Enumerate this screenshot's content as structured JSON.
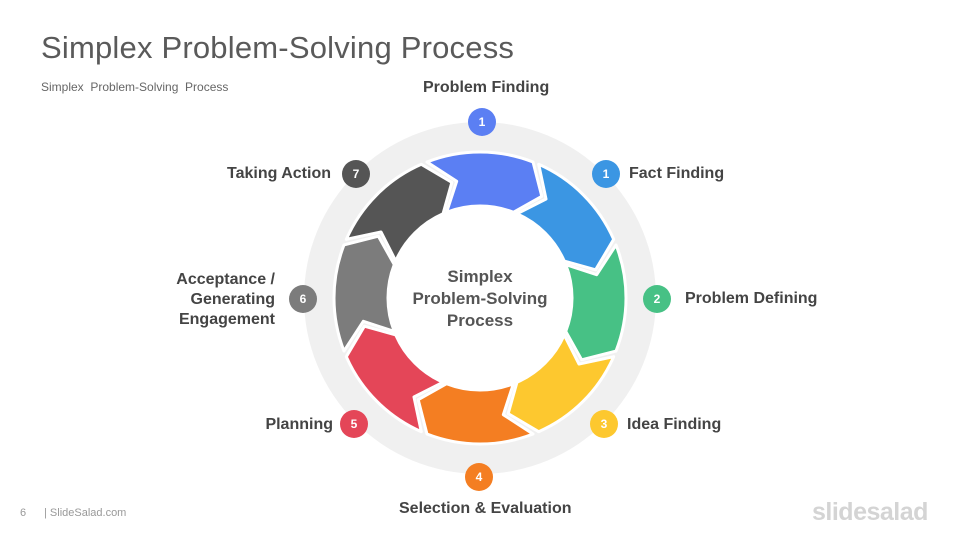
{
  "title": "Simplex Problem-Solving Process",
  "subtitle": "Simplex  Problem-Solving  Process",
  "center_text": "Simplex\nProblem-Solving\nProcess",
  "steps": [
    {
      "number": "1",
      "label": "Problem Finding",
      "color": "#5b7ff3"
    },
    {
      "number": "1",
      "label": "Fact Finding",
      "color": "#3b96e3"
    },
    {
      "number": "2",
      "label": "Problem Defining",
      "color": "#47c185"
    },
    {
      "number": "3",
      "label": "Idea Finding",
      "color": "#fdc82f"
    },
    {
      "number": "4",
      "label": "Selection & Evaluation",
      "color": "#f47e22"
    },
    {
      "number": "5",
      "label": "Planning",
      "color": "#e44658"
    },
    {
      "number": "6",
      "label": "Acceptance /\nGenerating\nEngagement",
      "color": "#7c7c7c"
    },
    {
      "number": "7",
      "label": "Taking Action",
      "color": "#555555"
    }
  ],
  "footer": {
    "page_number": "6",
    "site": "| SlideSalad.com",
    "brand": "slidesalad"
  }
}
